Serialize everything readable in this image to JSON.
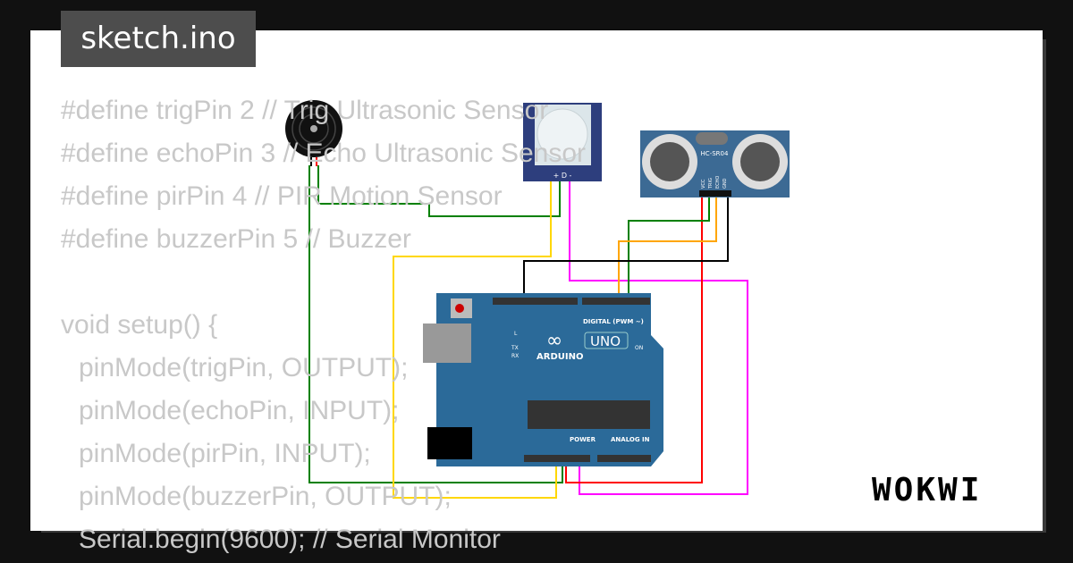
{
  "tab_title": "sketch.ino",
  "logo": "WOKWI",
  "code_lines": [
    "#define trigPin 2 //                         Trig       Ultrasonic Sensor",
    "#define echoPin 3 //                           Echo       Ultrasonic Sensor",
    "#define pirPin 4   //                             PIR Motion Sensor",
    "#define buzzerPin 5 //                              Buzzer",
    "",
    "void setup() {",
    "  pinMode(trigPin, OUTPUT);",
    "  pinMode(echoPin, INPUT);",
    "  pinMode(pirPin, INPUT);",
    "  pinMode(buzzerPin, OUTPUT);",
    "  Serial.begin(9600); //                   Serial Monitor"
  ],
  "components": {
    "ultrasonic_label": "HC-SR04",
    "ultrasonic_pins": [
      "VCC",
      "TRIG",
      "ECHO",
      "GND"
    ],
    "pir_pins": "+ D -",
    "arduino_brand": "ARDUINO",
    "arduino_model": "UNO",
    "digital_header": "DIGITAL (PWM ~)",
    "power_header": "POWER",
    "analog_header": "ANALOG IN",
    "led_labels": [
      "L",
      "TX",
      "RX",
      "ON"
    ]
  },
  "colors": {
    "board": "#2b6a99",
    "wire_green": "#008000",
    "wire_yellow": "#ffd700",
    "wire_magenta": "#ff00ff",
    "wire_red": "#ff0000",
    "wire_orange": "#ffa500",
    "wire_black": "#000000"
  }
}
